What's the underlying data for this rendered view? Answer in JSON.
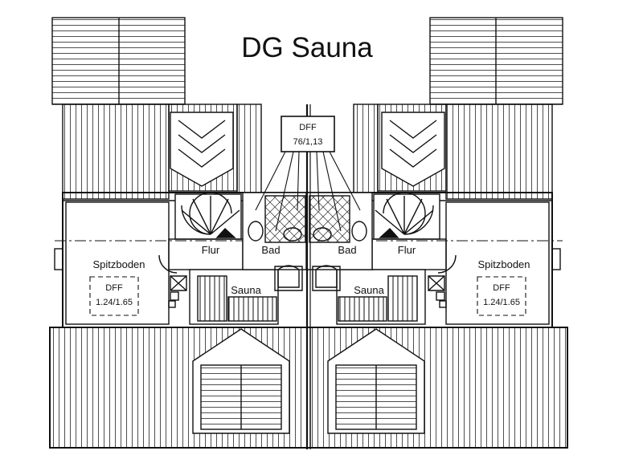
{
  "title": "DG Sauna",
  "center_box": {
    "line1": "DFF",
    "line2": "76/1,13"
  },
  "left_unit": {
    "attic": "Spitzboden",
    "dff_line1": "DFF",
    "dff_line2": "1.24/1.65",
    "hall": "Flur",
    "bath": "Bad",
    "sauna": "Sauna"
  },
  "right_unit": {
    "attic": "Spitzboden",
    "dff_line1": "DFF",
    "dff_line2": "1.24/1.65",
    "hall": "Flur",
    "bath": "Bad",
    "sauna": "Sauna"
  },
  "colors": {
    "ink": "#111111",
    "background": "#ffffff"
  }
}
